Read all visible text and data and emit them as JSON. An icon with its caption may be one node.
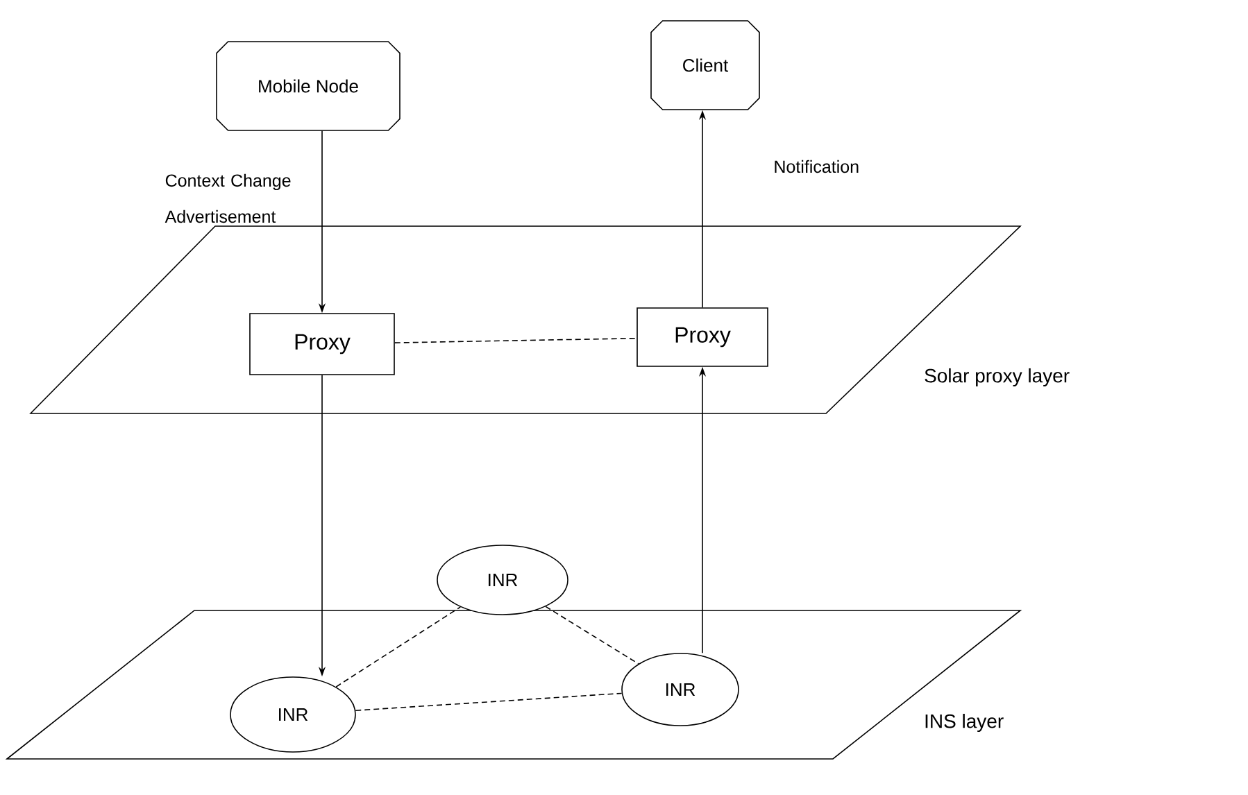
{
  "diagram": {
    "nodes": [
      {
        "text": [
          "Mobile Node"
        ]
      },
      {
        "text": [
          "Client"
        ]
      },
      {
        "text": [],
        "shape": "parallelogram",
        "beside": [
          "Solar proxy layer"
        ]
      },
      {
        "text": [
          "Proxy"
        ],
        "in": 2
      },
      {
        "text": [
          "Proxy"
        ],
        "in": 2
      },
      {
        "text": [],
        "shape": "parallelogram",
        "beside": [
          "INS layer"
        ]
      },
      {
        "text": [
          "INR"
        ]
      },
      {
        "text": [
          "INR"
        ],
        "in": 5
      },
      {
        "text": [
          "INR"
        ],
        "in": 5
      }
    ],
    "edges": [
      {
        "from": 0,
        "to": 3,
        "arrow": "to",
        "label": "Context Change Advertisement"
      },
      {
        "from": 3,
        "to": 4,
        "arrow": "none",
        "style": "dashed"
      },
      {
        "from": 4,
        "to": 1,
        "arrow": "to",
        "label": "Notification"
      },
      {
        "from": 3,
        "to": 7,
        "arrow": "to"
      },
      {
        "from": 8,
        "to": 4,
        "arrow": "to"
      },
      {
        "from": 7,
        "to": 6,
        "arrow": "none",
        "style": "dashed"
      },
      {
        "from": 6,
        "to": 8,
        "arrow": "none",
        "style": "dashed"
      },
      {
        "from": 7,
        "to": 8,
        "arrow": "none",
        "style": "dashed"
      }
    ]
  }
}
